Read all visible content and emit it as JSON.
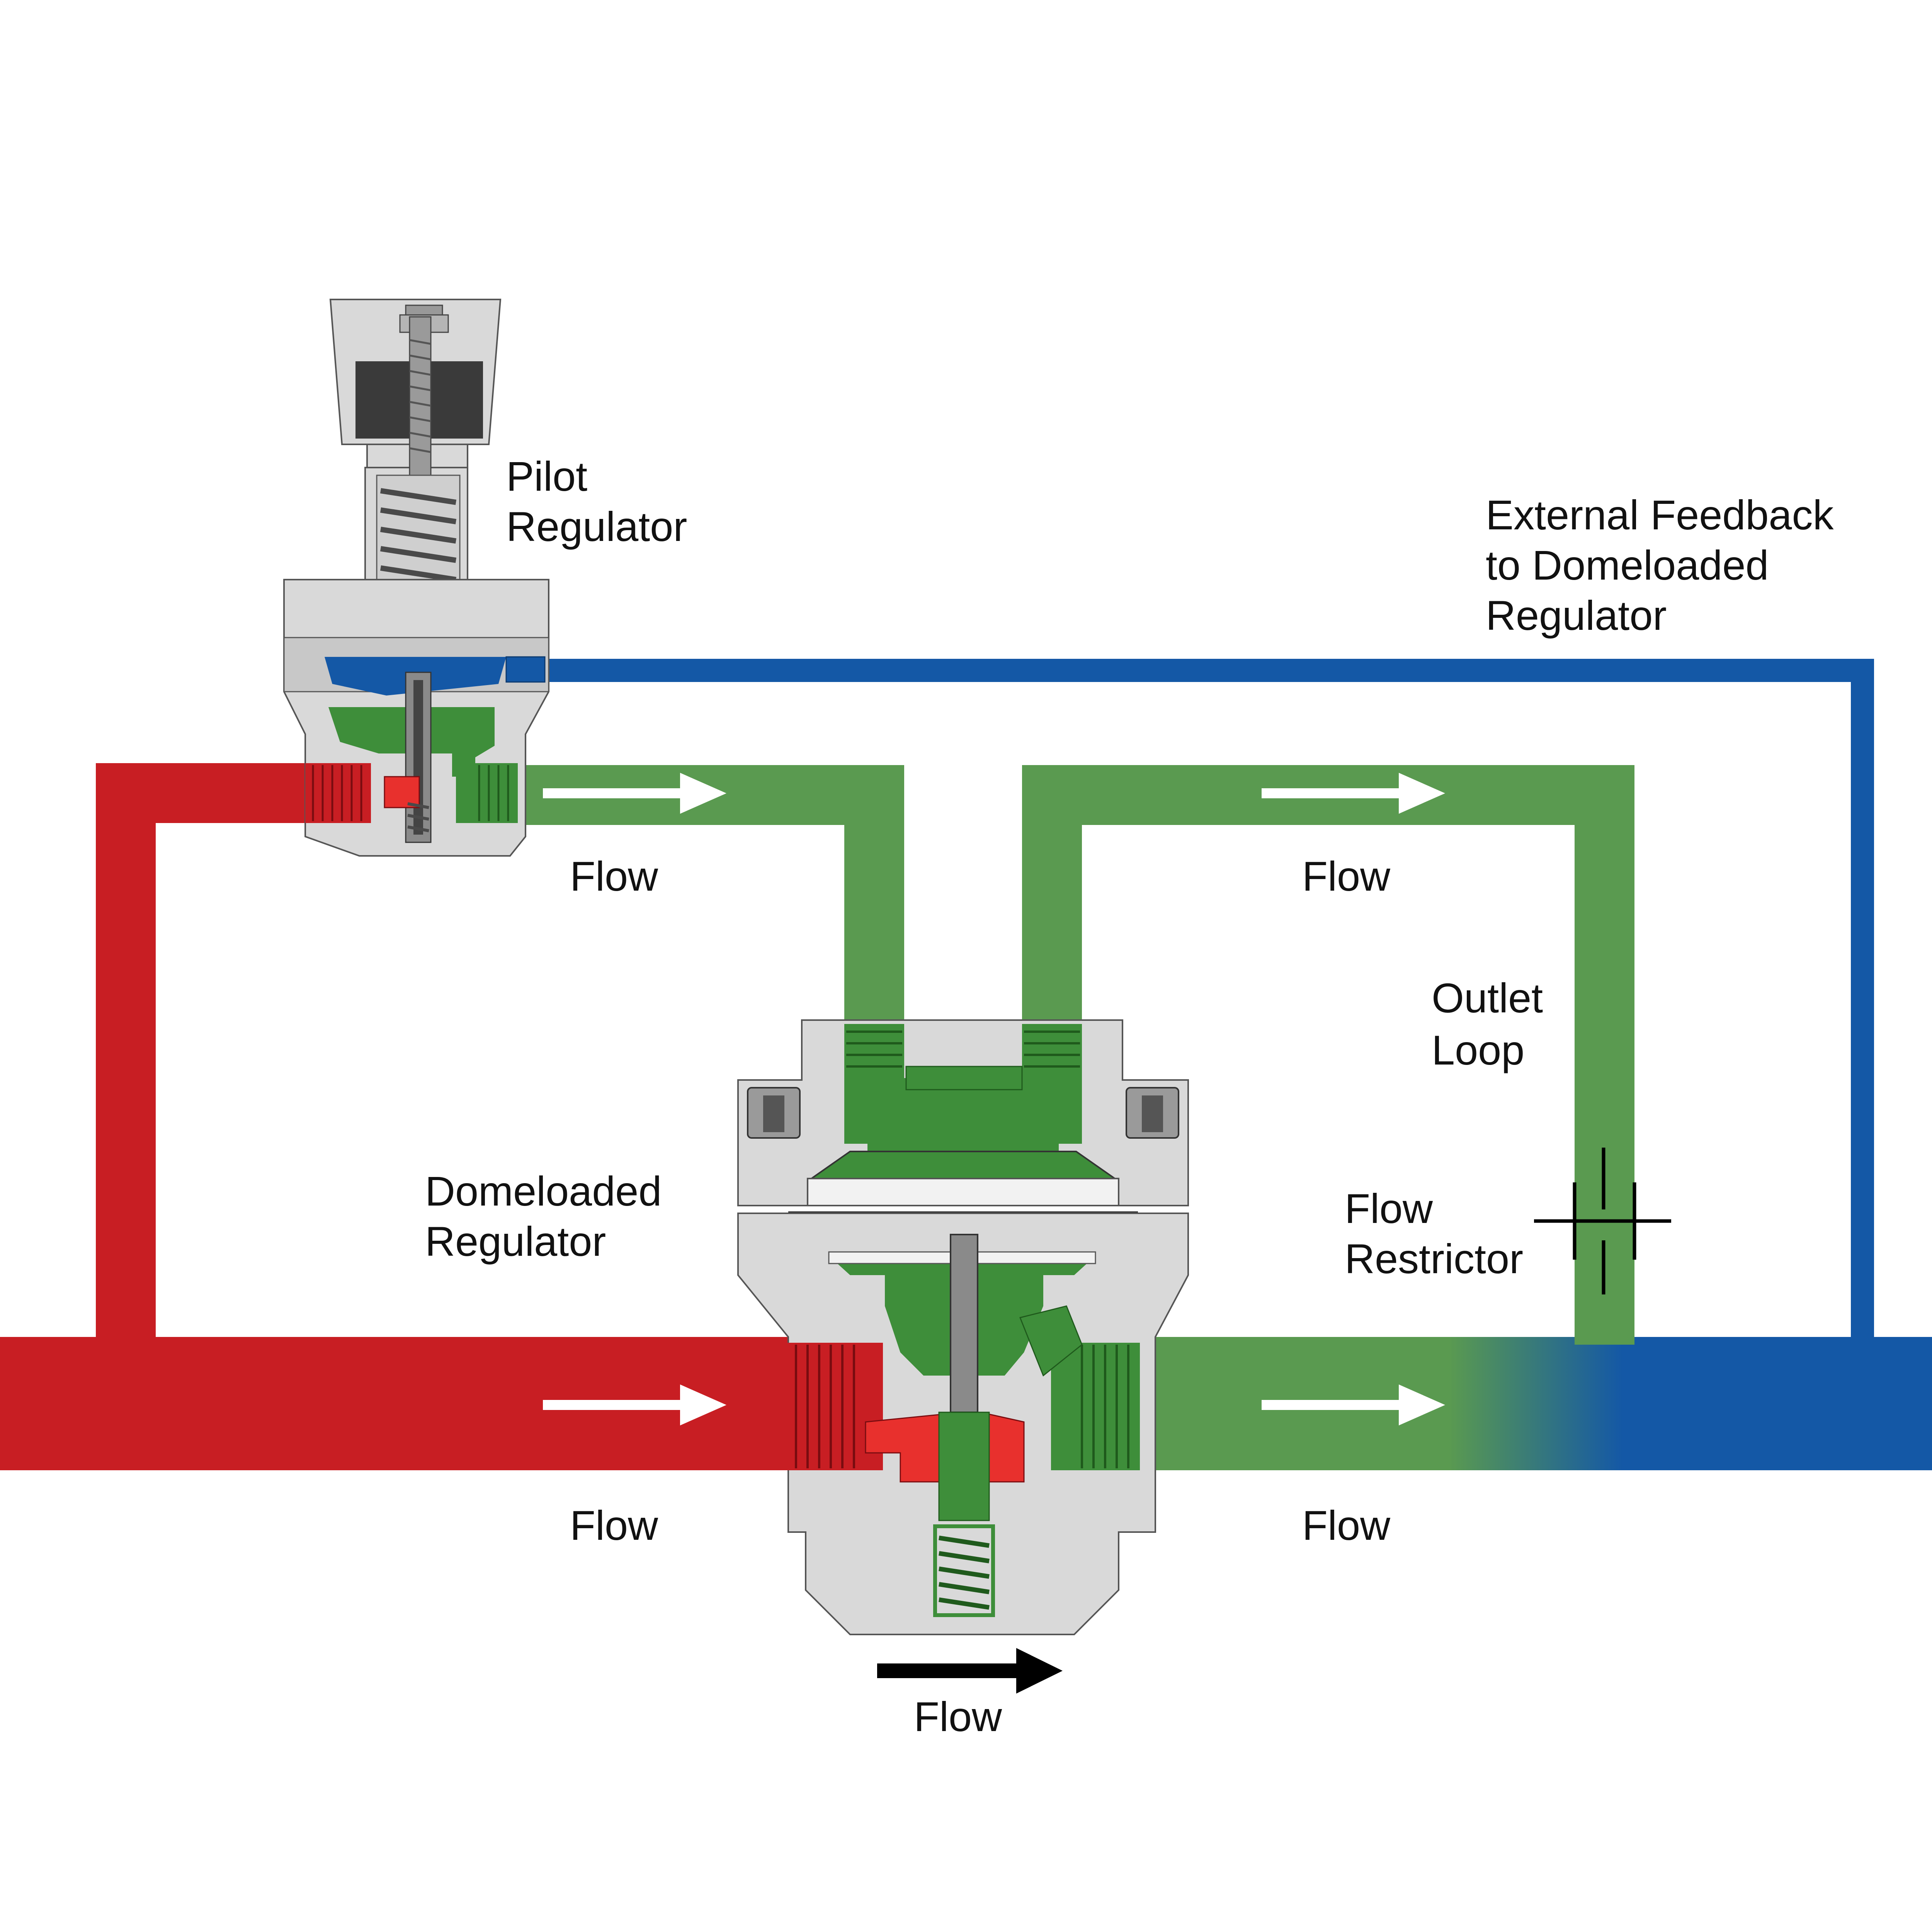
{
  "labels": {
    "pilot_line1": "Pilot",
    "pilot_line2": "Regulator",
    "feedback_line1": "External Feedback",
    "feedback_line2": "to Domeloaded",
    "feedback_line3": "Regulator",
    "flow": "Flow",
    "outlet_line1": "Outlet",
    "outlet_line2": "Loop",
    "restrictor_line1": "Flow",
    "restrictor_line2": "Restrictor",
    "dome_line1": "Domeloaded",
    "dome_line2": "Regulator"
  },
  "colors": {
    "inlet": "#c81e23",
    "outlet": "#5a9a50",
    "feedback": "#1458a6",
    "body": "#d9d9d9",
    "body_dark": "#8c8c8c",
    "spring": "#666666",
    "arrow": "#ffffff",
    "arrow_black": "#000000"
  }
}
